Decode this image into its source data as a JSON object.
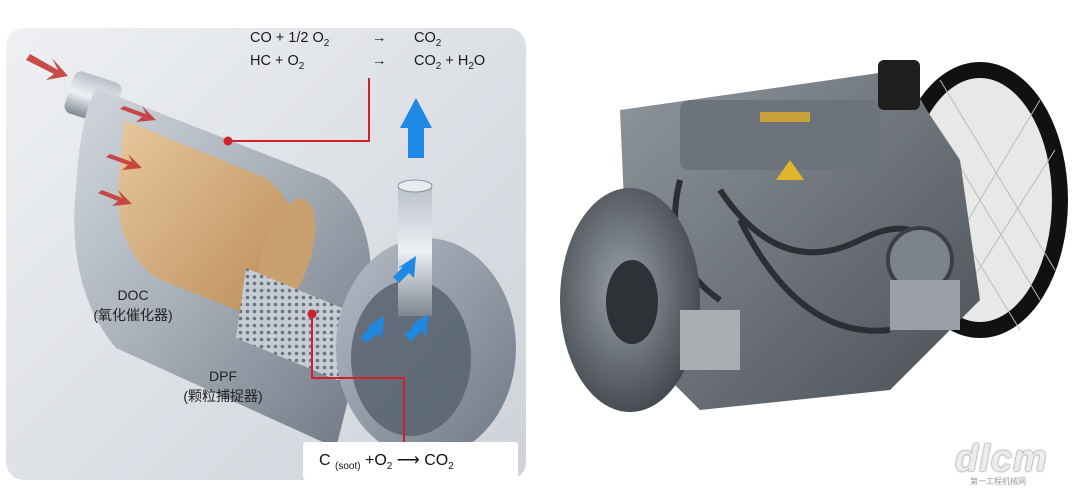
{
  "diagram": {
    "reaction_top": {
      "line1": {
        "left_a": "CO + 1/2 O",
        "left_sub": "2",
        "arrow": "→",
        "right_a": "CO",
        "right_sub": "2",
        "right_b": ""
      },
      "line2": {
        "left_a": "HC + O",
        "left_sub": "2",
        "arrow": "→",
        "right_a": "CO",
        "right_sub": "2",
        "right_b": " + H",
        "right_sub2": "2",
        "right_c": "O"
      }
    },
    "doc_label": {
      "line1": "DOC",
      "line2": "(氧化催化器)"
    },
    "dpf_label": {
      "line1": "DPF",
      "line2": "(颗粒捕捉器)"
    },
    "reaction_bottom": {
      "a": "C ",
      "sub": "(soot)",
      "b": " +O",
      "sub2": "2",
      "arrow": " ⟶ ",
      "c": "CO",
      "sub3": "2"
    },
    "colors": {
      "leader": "#d0202a",
      "inflow_arrow": "#c43a3a",
      "outflow_arrow": "#1e88e5",
      "doc_core": "#d9b183"
    }
  },
  "photo": {
    "subject": "engine-photo",
    "watermark_text": "dlcm",
    "watermark_sub": "第一工程机械网"
  }
}
